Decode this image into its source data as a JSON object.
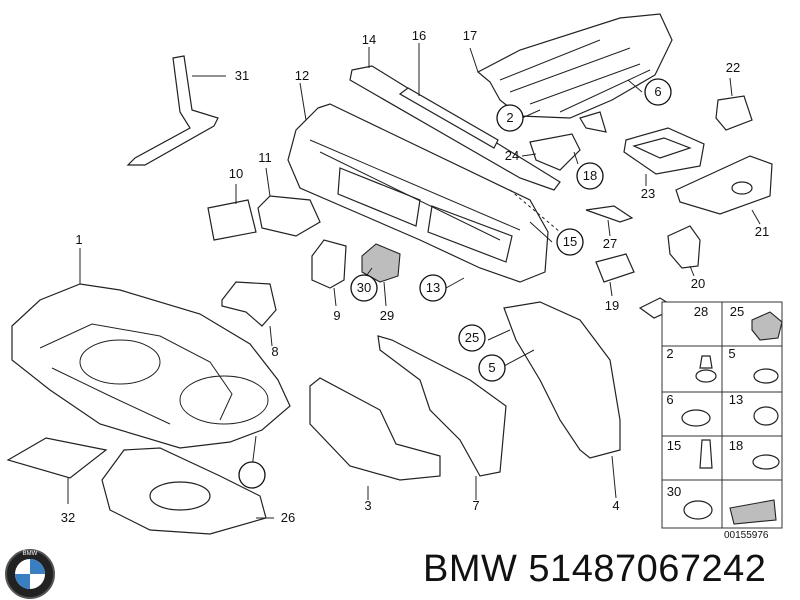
{
  "diagram": {
    "labels": [
      "1",
      "2",
      "3",
      "4",
      "5",
      "6",
      "7",
      "8",
      "9",
      "10",
      "11",
      "12",
      "13",
      "14",
      "15",
      "16",
      "17",
      "18",
      "19",
      "20",
      "21",
      "22",
      "23",
      "24",
      "25",
      "26",
      "27",
      "28",
      "29",
      "30",
      "31",
      "32"
    ],
    "legend_labels": [
      "25",
      "2",
      "5",
      "6",
      "13",
      "15",
      "18",
      "30"
    ]
  },
  "ref_code": "00155976",
  "brand_caption": "BMW 51487067242",
  "brand_logo_text": "BMW"
}
